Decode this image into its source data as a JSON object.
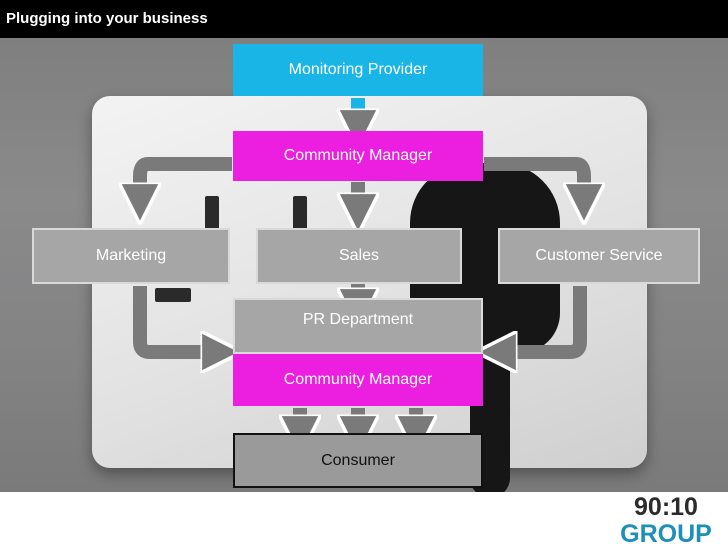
{
  "header": {
    "title": "Plugging into your business"
  },
  "nodes": {
    "monitoring_provider": "Monitoring Provider",
    "community_manager_top": "Community Manager",
    "marketing": "Marketing",
    "sales": "Sales",
    "customer_service": "Customer Service",
    "pr_department": "PR Department",
    "community_manager_bottom": "Community Manager",
    "consumer": "Consumer"
  },
  "logo": {
    "line1": "90:10",
    "line2": "GROUP"
  },
  "colors": {
    "cyan": "#19b5e6",
    "magenta": "#ec1ee0",
    "grey_box": "#a6a6a6",
    "arrow": "#7a7a7a"
  }
}
